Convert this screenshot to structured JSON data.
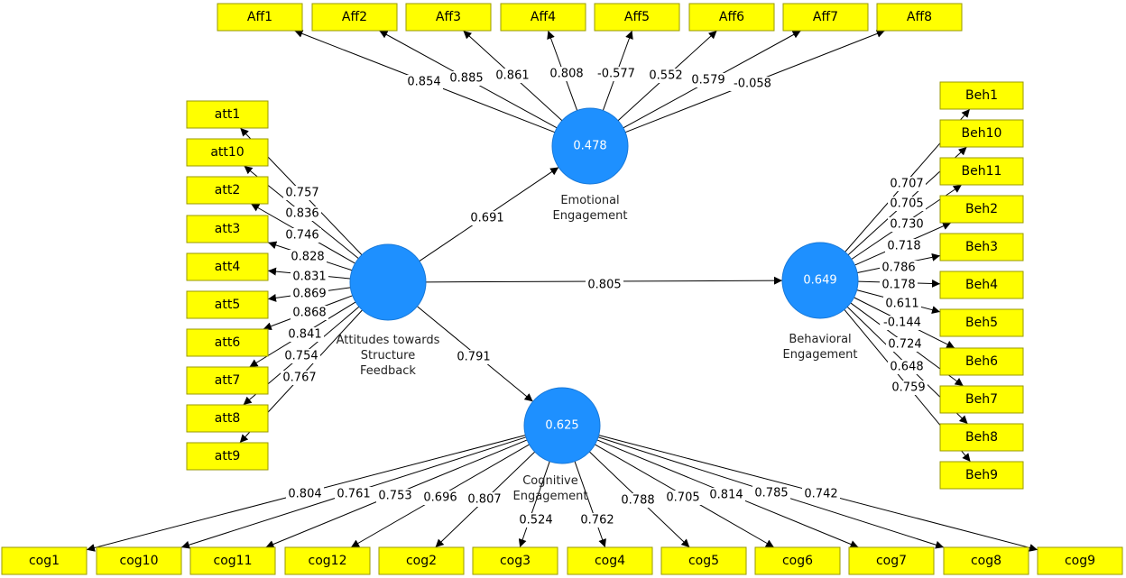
{
  "latents": [
    {
      "id": "att",
      "r2": "",
      "name": [
        "Attitudes towards",
        "Structure",
        "Feedback"
      ]
    },
    {
      "id": "emo",
      "r2": "0.478",
      "name": [
        "Emotional",
        "Engagement"
      ]
    },
    {
      "id": "beh",
      "r2": "0.649",
      "name": [
        "Behavioral",
        "Engagement"
      ]
    },
    {
      "id": "cog",
      "r2": "0.625",
      "name": [
        "Cognitive",
        "Engagement"
      ]
    }
  ],
  "paths": [
    {
      "from": "att",
      "to": "emo",
      "coef": "0.691"
    },
    {
      "from": "att",
      "to": "beh",
      "coef": "0.805"
    },
    {
      "from": "att",
      "to": "cog",
      "coef": "0.791"
    }
  ],
  "indicators": {
    "att": [
      {
        "name": "att1",
        "loading": "0.757"
      },
      {
        "name": "att10",
        "loading": "0.836"
      },
      {
        "name": "att2",
        "loading": "0.746"
      },
      {
        "name": "att3",
        "loading": "0.828"
      },
      {
        "name": "att4",
        "loading": "0.831"
      },
      {
        "name": "att5",
        "loading": "0.869"
      },
      {
        "name": "att6",
        "loading": "0.868"
      },
      {
        "name": "att7",
        "loading": "0.841"
      },
      {
        "name": "att8",
        "loading": "0.754"
      },
      {
        "name": "att9",
        "loading": "0.767"
      }
    ],
    "emo": [
      {
        "name": "Aff1",
        "loading": "0.854"
      },
      {
        "name": "Aff2",
        "loading": "0.885"
      },
      {
        "name": "Aff3",
        "loading": "0.861"
      },
      {
        "name": "Aff4",
        "loading": "0.808"
      },
      {
        "name": "Aff5",
        "loading": "-0.577"
      },
      {
        "name": "Aff6",
        "loading": "0.552"
      },
      {
        "name": "Aff7",
        "loading": "0.579"
      },
      {
        "name": "Aff8",
        "loading": "-0.058"
      }
    ],
    "beh": [
      {
        "name": "Beh1",
        "loading": "0.707"
      },
      {
        "name": "Beh10",
        "loading": "0.705"
      },
      {
        "name": "Beh11",
        "loading": "0.730"
      },
      {
        "name": "Beh2",
        "loading": "0.718"
      },
      {
        "name": "Beh3",
        "loading": "0.786"
      },
      {
        "name": "Beh4",
        "loading": "0.178"
      },
      {
        "name": "Beh5",
        "loading": "0.611"
      },
      {
        "name": "Beh6",
        "loading": "-0.144"
      },
      {
        "name": "Beh7",
        "loading": "0.724"
      },
      {
        "name": "Beh8",
        "loading": "0.648"
      },
      {
        "name": "Beh9",
        "loading": "0.759"
      }
    ],
    "cog": [
      {
        "name": "cog1",
        "loading": "0.804"
      },
      {
        "name": "cog10",
        "loading": "0.761"
      },
      {
        "name": "cog11",
        "loading": "0.753"
      },
      {
        "name": "cog12",
        "loading": "0.696"
      },
      {
        "name": "cog2",
        "loading": "0.807"
      },
      {
        "name": "cog3",
        "loading": "0.524"
      },
      {
        "name": "cog4",
        "loading": "0.762"
      },
      {
        "name": "cog5",
        "loading": "0.788"
      },
      {
        "name": "cog6",
        "loading": "0.705"
      },
      {
        "name": "cog7",
        "loading": "0.814"
      },
      {
        "name": "cog8",
        "loading": "0.785"
      },
      {
        "name": "cog9",
        "loading": "0.742"
      }
    ]
  },
  "colors": {
    "indicator_fill": "#ffff00",
    "latent_fill": "#1e90ff",
    "edge": "#000000"
  }
}
